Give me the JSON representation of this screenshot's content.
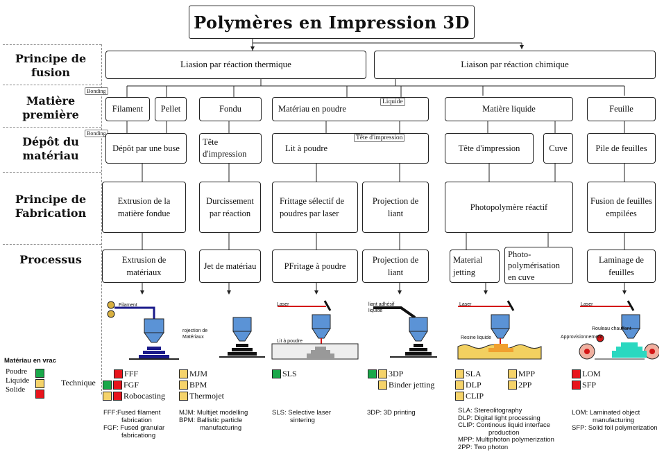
{
  "title": "Polymères en  Impression 3D",
  "colors": {
    "poudre": "#1aa84a",
    "liquide": "#f5d36a",
    "solide": "#e8141c",
    "blue": "#1a1a8a",
    "nozzle": "#5b93d6",
    "laser": "#d41515",
    "resin": "#f2d060",
    "powder": "#999999",
    "cyan": "#2ad8c0"
  },
  "rows": {
    "fusion": "Principe de fusion",
    "matiere": "Matière première",
    "depot": "Dépôt du matériau",
    "fabrication": "Principe de Fabrication",
    "processus": "Processus"
  },
  "tags": {
    "bonding1": "Bonding",
    "bonding2": "Bonding",
    "liquide": "Liquide",
    "tete": "Tête d'impression"
  },
  "fusion": {
    "thermique": "Liasion par réaction thermique",
    "chimique": "Liaison par réaction chimique"
  },
  "matiere": {
    "filament": "Filament",
    "pellet": "Pellet",
    "fondu": "Fondu",
    "poudre": "Matériau en poudre",
    "liquide": "Matière liquide",
    "feuille": "Feuille"
  },
  "depot": {
    "buse": "Dépôt par une buse",
    "tete": "Tête d'impression",
    "lit": "Lit à poudre",
    "tete2": "Tête d'impression",
    "cuve": "Cuve",
    "pile": "Pile de feuilles"
  },
  "fabrication": {
    "extrusion": "Extrusion de la matière fondue",
    "durcissement": "Durcissement par réaction",
    "frittage": "Frittage sélectif de poudres par laser",
    "projection": "Projection de liant",
    "photo": "Photopolymère réactif",
    "fusion": "Fusion de feuilles empilées"
  },
  "processus": {
    "extrusion": "Extrusion de matériaux",
    "jet": "Jet de matériau",
    "frittage": "PFritage à poudre",
    "projection": "Projection de liant",
    "material_jetting": "Material jetting",
    "photo": "Photo-polymérisation en cuve",
    "laminage": "Laminage de feuilles"
  },
  "illus": {
    "filament": "Filament",
    "rojection": "rojection de Matériaux",
    "laser1": "Laser",
    "lit": "Lit à poudre",
    "liant": "liant adhésif liquide",
    "laser2": "Laser",
    "resine": "Resine liquide",
    "laser3": "Laser",
    "rouleau": "Rouleau chauffant",
    "appro": "Approvisionnement"
  },
  "legend": {
    "title": "Matériau en vrac",
    "poudre": "Poudre",
    "liquide": "Liquide",
    "solide": "Solide",
    "technique": "Technique"
  },
  "techniques": {
    "col1": [
      "FFF",
      "FGF",
      "Robocasting"
    ],
    "col2": [
      "MJM",
      "BPM",
      "Thermojet"
    ],
    "col3": [
      "SLS"
    ],
    "col4": [
      "3DP",
      "Binder jetting"
    ],
    "col5a": [
      "SLA",
      "DLP",
      "CLIP"
    ],
    "col5b": [
      "MPP",
      "2PP"
    ],
    "col6": [
      "LOM",
      "SFP"
    ]
  },
  "abbrev": {
    "col1": [
      "FFF:Fused filament",
      "fabrication",
      "FGF: Fused granular",
      "fabricationg"
    ],
    "col2": [
      "MJM: Multijet modelling",
      "BPM: Ballistic particle",
      "manufacturing"
    ],
    "col3": [
      "SLS: Selective laser",
      "sintering"
    ],
    "col4": [
      "3DP: 3D printing"
    ],
    "col5": [
      "SLA: Stereolitography",
      "DLP: Digital light processing",
      "CLIP: Continous liquid interface",
      "production",
      "MPP: Multiphoton polymerization",
      "2PP: Two photon"
    ],
    "col6": [
      "LOM: Laminated object",
      "manufacturing",
      "SFP: Solid foil polymerization"
    ]
  }
}
